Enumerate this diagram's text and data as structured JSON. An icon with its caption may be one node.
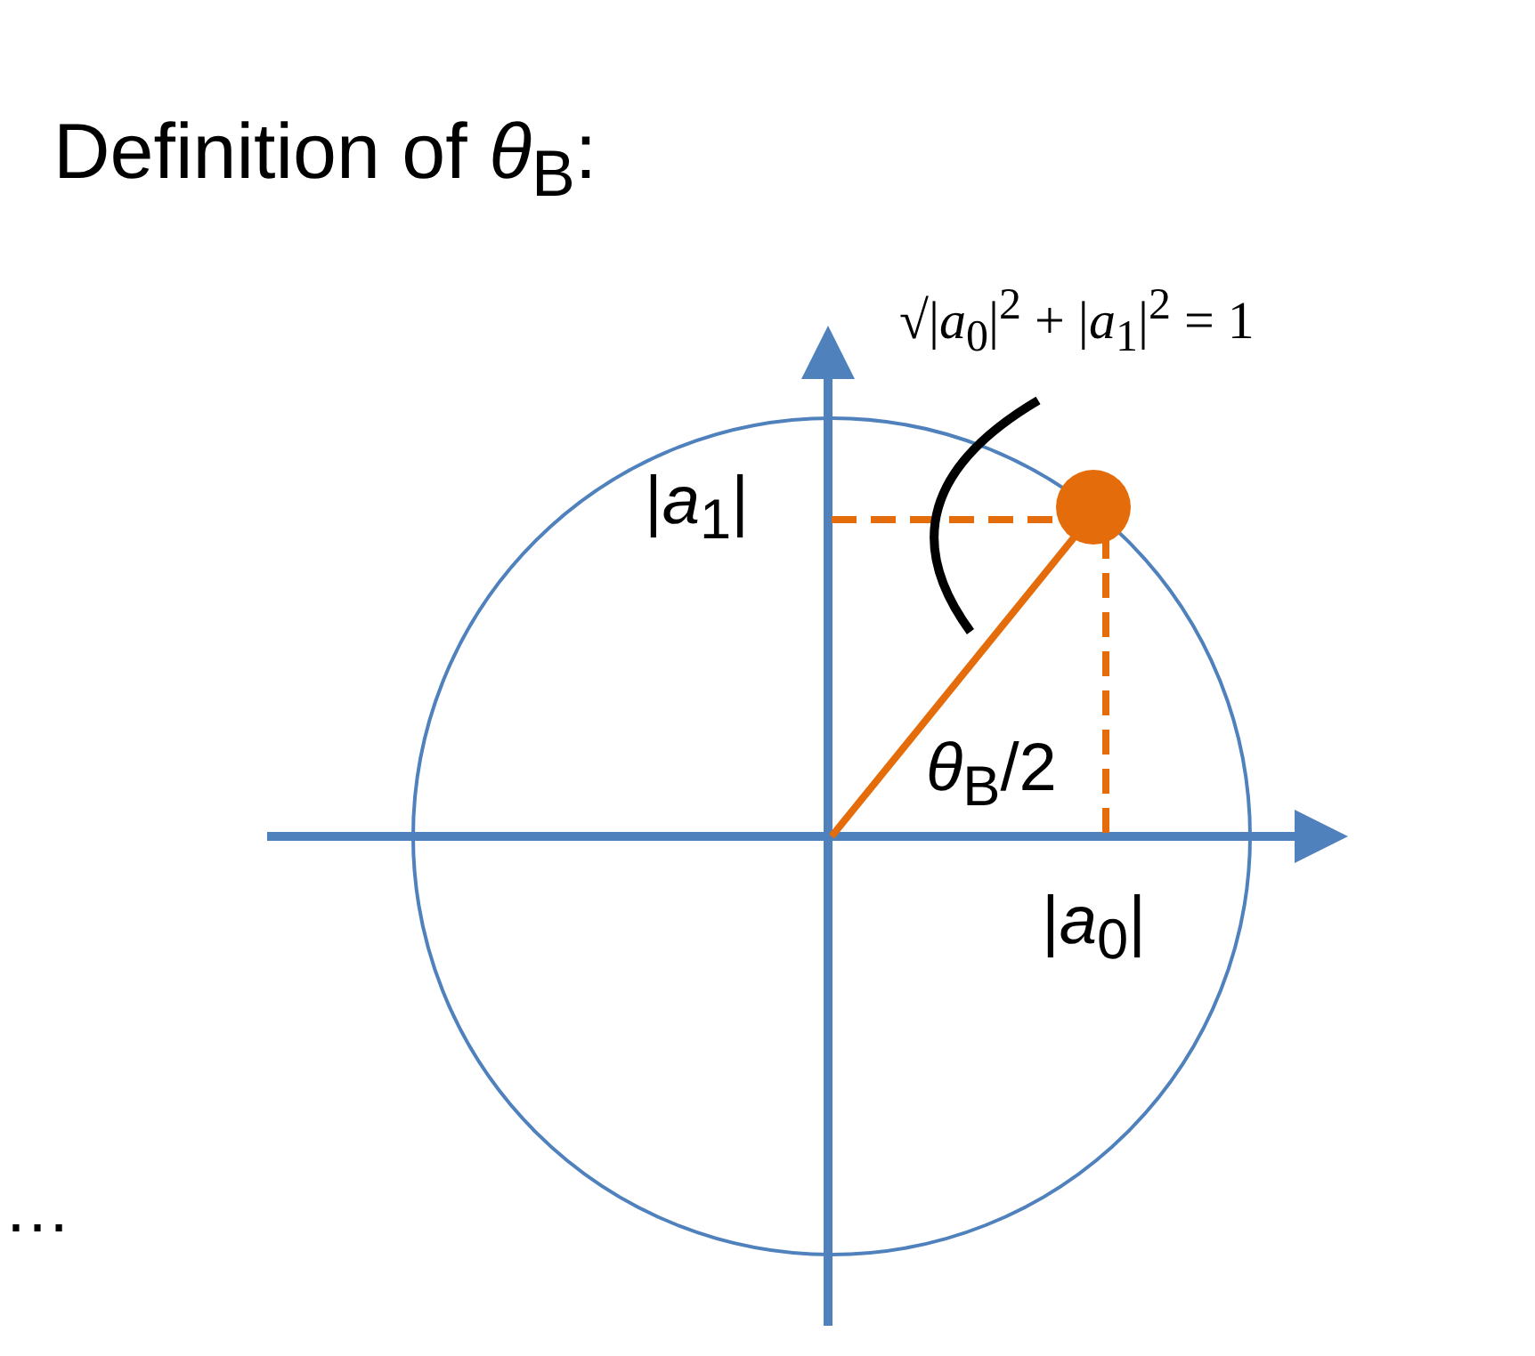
{
  "diagram": {
    "title": "Definition of *θ*$_{B}$:",
    "labels": [
      "√|*a*$_{0}$|$^{2}$ + |*a*$_{1}$|$^{2}$ = 1",
      "|*a*$_{1}$|",
      "*θ*$_{B}$/2",
      "|*a*$_{0}$|",
      "…"
    ]
  }
}
